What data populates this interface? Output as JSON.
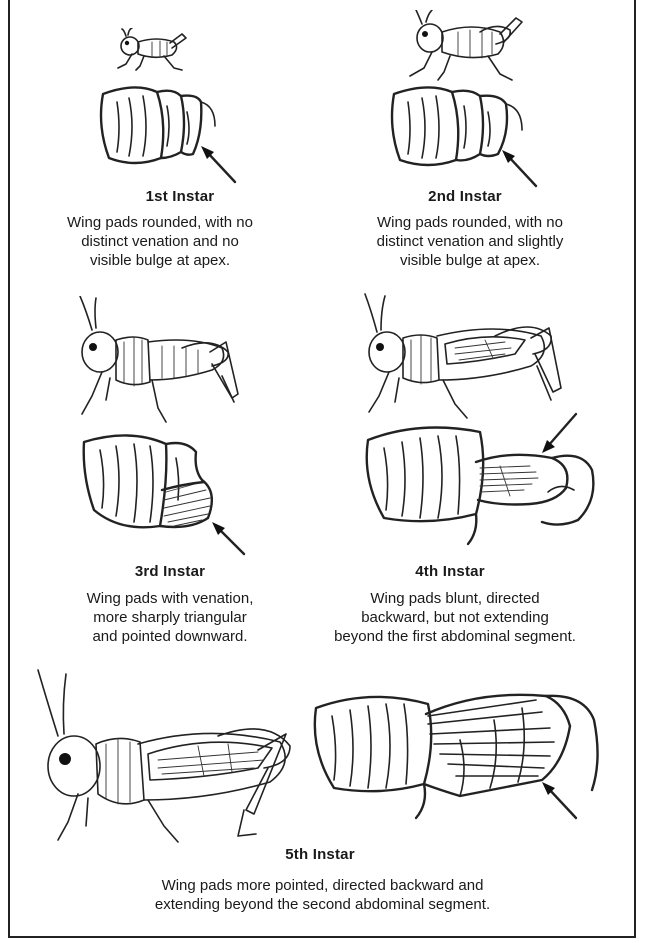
{
  "stages": [
    {
      "title": "1st Instar",
      "description_lines": [
        "Wing pads rounded, with no",
        "distinct venation and no",
        "visible bulge at apex."
      ],
      "icons": [
        "grasshopper-nymph-icon",
        "wing-pad-icon",
        "arrow-icon"
      ]
    },
    {
      "title": "2nd Instar",
      "description_lines": [
        "Wing pads rounded, with no",
        "distinct venation and slightly",
        "visible bulge at apex."
      ],
      "icons": [
        "grasshopper-nymph-icon",
        "wing-pad-icon",
        "arrow-icon"
      ]
    },
    {
      "title": "3rd Instar",
      "description_lines": [
        "Wing pads with venation,",
        "more sharply triangular",
        "and pointed downward."
      ],
      "icons": [
        "grasshopper-nymph-icon",
        "wing-pad-icon",
        "arrow-icon"
      ]
    },
    {
      "title": "4th Instar",
      "description_lines": [
        "Wing pads blunt, directed",
        "backward, but not extending",
        "beyond the first abdominal segment."
      ],
      "icons": [
        "grasshopper-nymph-icon",
        "wing-pad-icon",
        "arrow-icon"
      ]
    },
    {
      "title": "5th Instar",
      "description_lines": [
        "Wing pads more pointed, directed backward and",
        "extending beyond the second abdominal segment."
      ],
      "icons": [
        "grasshopper-nymph-icon",
        "wing-pad-icon",
        "arrow-icon"
      ]
    }
  ]
}
